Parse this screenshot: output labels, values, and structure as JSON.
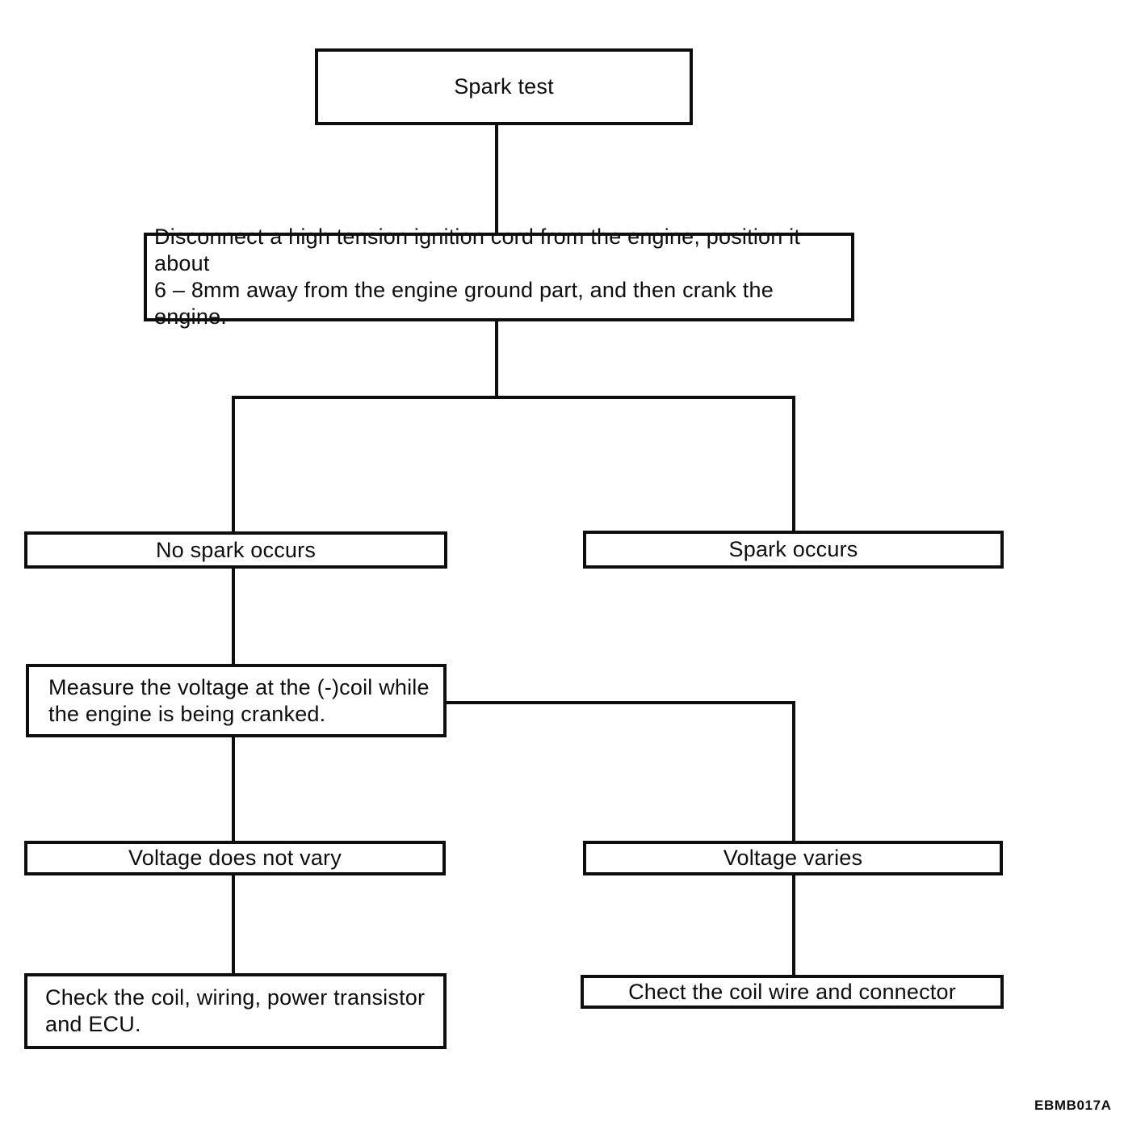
{
  "figure": {
    "code": "EBMB017A"
  },
  "colors": {
    "line": "#0e0e0e",
    "background": "#ffffff",
    "text": "#0e0e0e"
  },
  "flowchart": {
    "title": "Spark test",
    "nodes": [
      {
        "id": "spark-test",
        "text": "Spark test"
      },
      {
        "id": "disconnect-cord",
        "text": "Disconnect a high tension ignition cord from the engine, position it about\n6 – 8mm away from the engine ground part, and then crank the engine."
      },
      {
        "id": "no-spark-occurs",
        "text": "No spark occurs"
      },
      {
        "id": "spark-occurs",
        "text": "Spark occurs"
      },
      {
        "id": "measure-voltage",
        "text": "Measure the voltage at the (-)coil while\nthe engine is being cranked."
      },
      {
        "id": "voltage-does-not-vary",
        "text": "Voltage does not vary"
      },
      {
        "id": "voltage-varies",
        "text": "Voltage varies"
      },
      {
        "id": "check-coil-wiring",
        "text": "Check the coil, wiring, power transistor\nand ECU."
      },
      {
        "id": "check-coil-wire",
        "text": "Chect the coil wire and connector"
      }
    ],
    "edges": [
      {
        "from": "spark-test",
        "to": "disconnect-cord"
      },
      {
        "from": "disconnect-cord",
        "to": "no-spark-occurs"
      },
      {
        "from": "disconnect-cord",
        "to": "spark-occurs"
      },
      {
        "from": "no-spark-occurs",
        "to": "measure-voltage"
      },
      {
        "from": "measure-voltage",
        "to": "voltage-does-not-vary"
      },
      {
        "from": "measure-voltage",
        "to": "voltage-varies"
      },
      {
        "from": "voltage-does-not-vary",
        "to": "check-coil-wiring"
      },
      {
        "from": "voltage-varies",
        "to": "check-coil-wire"
      }
    ]
  }
}
